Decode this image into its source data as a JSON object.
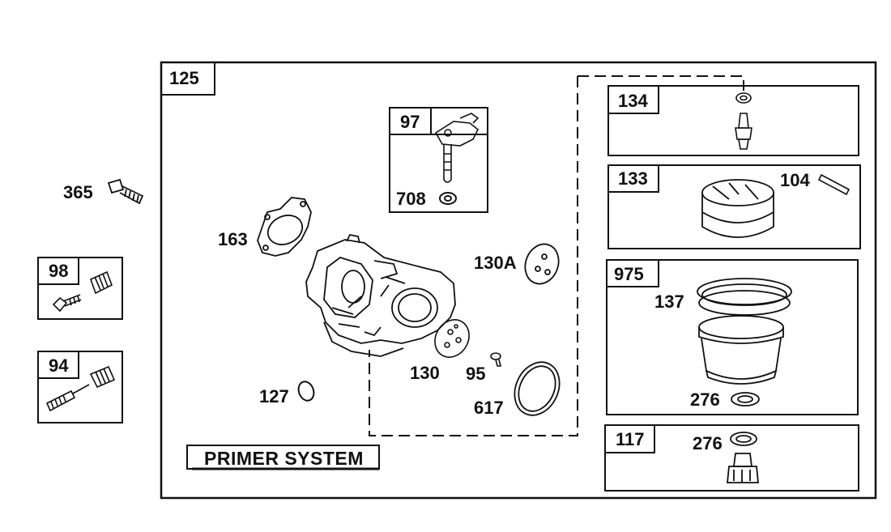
{
  "diagram": {
    "kits": {
      "k125": "125",
      "k97": "97",
      "k134": "134",
      "k133": "133",
      "k975": "975",
      "k117": "117",
      "k98": "98",
      "k94": "94"
    },
    "parts": {
      "p365": "365",
      "p163": "163",
      "p708": "708",
      "p130A": "130A",
      "p104": "104",
      "p137": "137",
      "p127": "127",
      "p130": "130",
      "p95": "95",
      "p617": "617",
      "p276a": "276",
      "p276b": "276"
    },
    "primer_system_label": "PRIMER SYSTEM"
  }
}
